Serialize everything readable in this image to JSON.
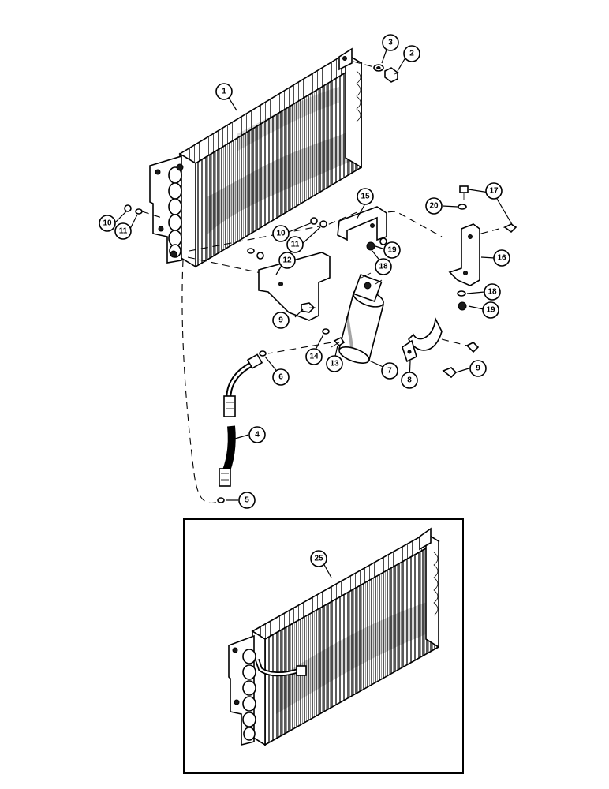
{
  "diagram": {
    "callouts": [
      {
        "id": "c1",
        "label": "1"
      },
      {
        "id": "c2",
        "label": "2"
      },
      {
        "id": "c3",
        "label": "3"
      },
      {
        "id": "c4",
        "label": "4"
      },
      {
        "id": "c5",
        "label": "5"
      },
      {
        "id": "c6",
        "label": "6"
      },
      {
        "id": "c7",
        "label": "7"
      },
      {
        "id": "c8",
        "label": "8"
      },
      {
        "id": "c9a",
        "label": "9"
      },
      {
        "id": "c9b",
        "label": "9"
      },
      {
        "id": "c10a",
        "label": "10"
      },
      {
        "id": "c10b",
        "label": "10"
      },
      {
        "id": "c11a",
        "label": "11"
      },
      {
        "id": "c11b",
        "label": "11"
      },
      {
        "id": "c12",
        "label": "12"
      },
      {
        "id": "c13",
        "label": "13"
      },
      {
        "id": "c14",
        "label": "14"
      },
      {
        "id": "c15",
        "label": "15"
      },
      {
        "id": "c16",
        "label": "16"
      },
      {
        "id": "c17",
        "label": "17"
      },
      {
        "id": "c18a",
        "label": "18"
      },
      {
        "id": "c18b",
        "label": "18"
      },
      {
        "id": "c19a",
        "label": "19"
      },
      {
        "id": "c19b",
        "label": "19"
      },
      {
        "id": "c20",
        "label": "20"
      },
      {
        "id": "c25",
        "label": "25"
      }
    ]
  }
}
